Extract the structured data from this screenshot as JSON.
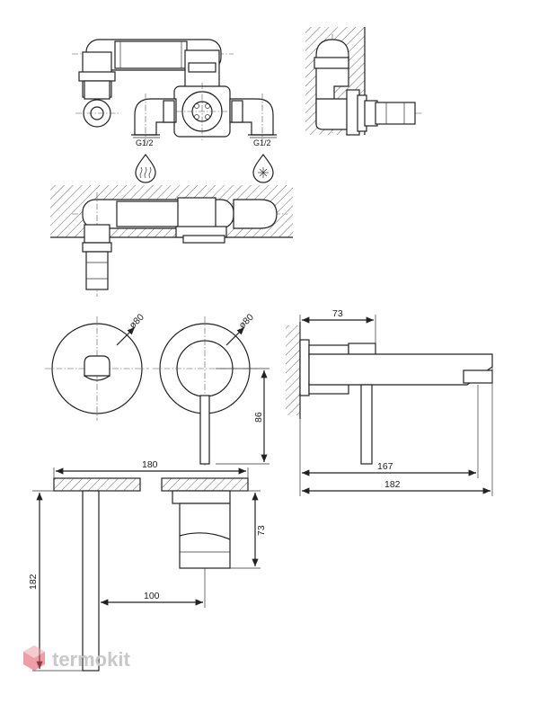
{
  "labels": {
    "hot_inlet_thread": "G1/2",
    "cold_inlet_thread": "G1/2",
    "front_plate_diameter": "ø80",
    "handle_plate_diameter": "ø80",
    "handle_height": "86",
    "wall_depth": "73",
    "spout_projection_inner": "167",
    "spout_projection_total": "182",
    "plate_spacing_width": "180",
    "body_depth": "73",
    "spout_offset": "100",
    "spout_height": "182"
  },
  "icons": {
    "hot_water": "hot-water-icon",
    "cold_water": "cold-water-icon"
  },
  "brand": {
    "name": "termokit",
    "accent_color": "#e05060"
  }
}
